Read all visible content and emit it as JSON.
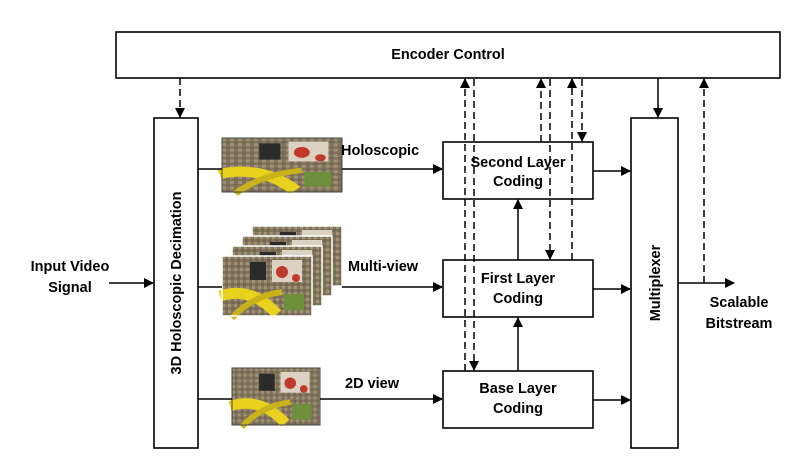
{
  "blocks": {
    "encoder_control": "Encoder Control",
    "decimation": "3D Holoscopic Decimation",
    "second_layer": [
      "Second Layer",
      "Coding"
    ],
    "first_layer": [
      "First Layer",
      "Coding"
    ],
    "base_layer": [
      "Base Layer",
      "Coding"
    ],
    "multiplexer": "Multiplexer"
  },
  "labels": {
    "input": [
      "Input Video",
      "Signal"
    ],
    "holoscopic": "Holoscopic",
    "multiview": "Multi-view",
    "view2d": "2D view",
    "output": [
      "Scalable",
      "Bitstream"
    ]
  },
  "colors": {
    "stroke": "#000000",
    "image_yellow": "#e8d21e",
    "image_red": "#c0392b",
    "image_green": "#6b8f3a"
  }
}
